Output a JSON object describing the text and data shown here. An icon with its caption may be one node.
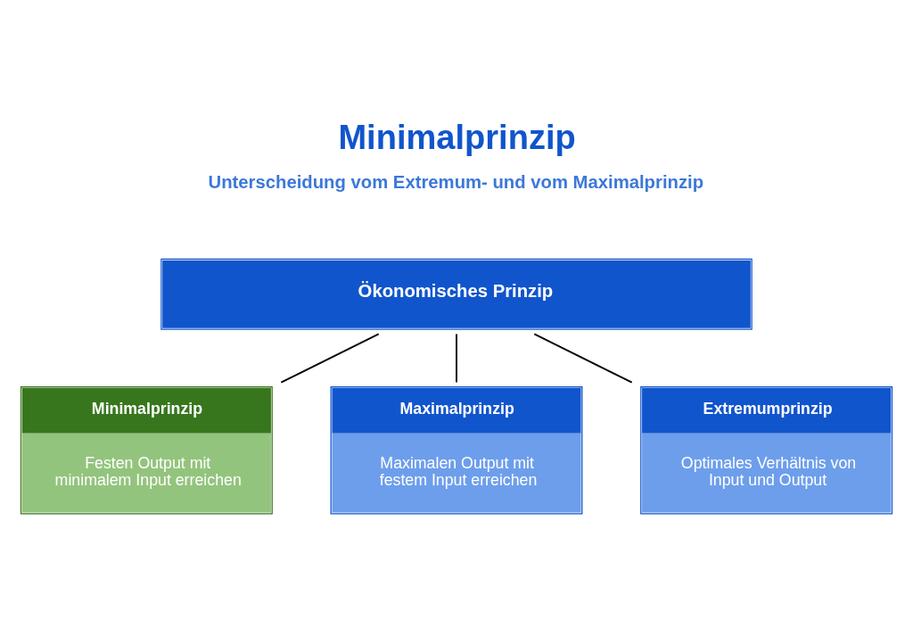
{
  "diagram": {
    "title": "Minimalprinzip",
    "nodes": [
      {
        "text": [
          "Ökonomisches Prinzip"
        ]
      },
      {
        "text": [
          "Minimalprinzip",
          "Festen Output mit minimalem Input erreichen"
        ]
      },
      {
        "text": [
          "Maximalprinzip",
          "Maximalen Output mit festem Input erreichen"
        ]
      },
      {
        "text": [
          "Extremumprinzip",
          "Optimales Verhältnis von Input und Output"
        ]
      }
    ],
    "edges": [
      {
        "from": 0,
        "to": 1,
        "arrow": "none"
      },
      {
        "from": 0,
        "to": 2,
        "arrow": "none"
      },
      {
        "from": 0,
        "to": 3,
        "arrow": "none"
      }
    ],
    "labels": [
      "Unterscheidung vom Extremum- und vom Maximalprinzip"
    ]
  }
}
